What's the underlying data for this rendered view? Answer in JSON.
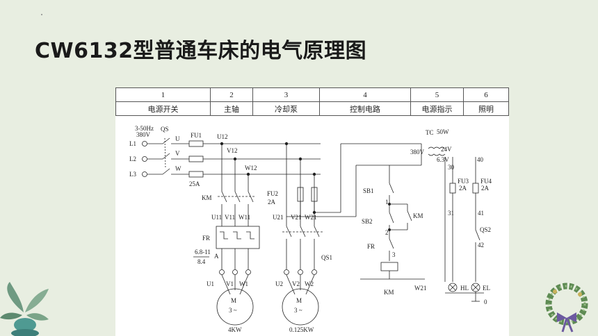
{
  "page_title": "CW6132型普通车床的电气原理图",
  "header": {
    "numbers": [
      "1",
      "2",
      "3",
      "4",
      "5",
      "6"
    ],
    "sections": [
      "电源开关",
      "主轴",
      "冷却泵",
      "控制电路",
      "电源指示",
      "照明"
    ]
  },
  "labels": {
    "supply_freq": "3-50Hz",
    "supply_volt": "380V",
    "qs": "QS",
    "l1": "L1",
    "l2": "L2",
    "l3": "L3",
    "u": "U",
    "v": "V",
    "w": "W",
    "fu1": "FU1",
    "fu1_rating": "25A",
    "u12": "U12",
    "v12": "V12",
    "w12": "W12",
    "km_main": "KM",
    "u11": "U11",
    "v11": "V11",
    "w11": "W11",
    "fr": "FR",
    "fr_setting_top": "6.8-11",
    "fr_setting_bottom": "8.4",
    "fr_unit": "A",
    "u1": "U1",
    "v1": "V1",
    "w1": "W1",
    "motor1_m": "M",
    "motor1_phase": "3 ~",
    "motor1_power": "4KW",
    "fu2": "FU2",
    "fu2_rating": "2A",
    "u21": "U21",
    "v21": "V21",
    "w21": "W21",
    "qs1": "QS1",
    "u2": "U2",
    "v2": "V2",
    "w2": "W2",
    "motor2_m": "M",
    "motor2_phase": "3 ~",
    "motor2_power": "0.125KW",
    "sb1": "SB1",
    "sb2": "SB2",
    "fr_ctrl": "FR",
    "km_aux": "KM",
    "km_coil": "KM",
    "n1": "1",
    "n2": "2",
    "n3": "3",
    "w21_ctrl": "W21",
    "tc": "TC",
    "tc_power": "50W",
    "tc_primary": "380V",
    "tc_sec_24": "24V",
    "tc_sec_63": "6.3V",
    "n30": "30",
    "n40": "40",
    "n31": "31",
    "n41": "41",
    "n42": "42",
    "n0": "0",
    "fu3": "FU3",
    "fu3_rating": "2A",
    "fu4": "FU4",
    "fu4_rating": "2A",
    "qs2": "QS2",
    "hl": "HL",
    "el": "EL"
  },
  "colors": {
    "background": "#e8eee1",
    "ink": "#222222",
    "title": "#1a1a1a"
  },
  "decorations": [
    "leaf-potted-plant-icon",
    "wreath-with-bow-icon"
  ]
}
